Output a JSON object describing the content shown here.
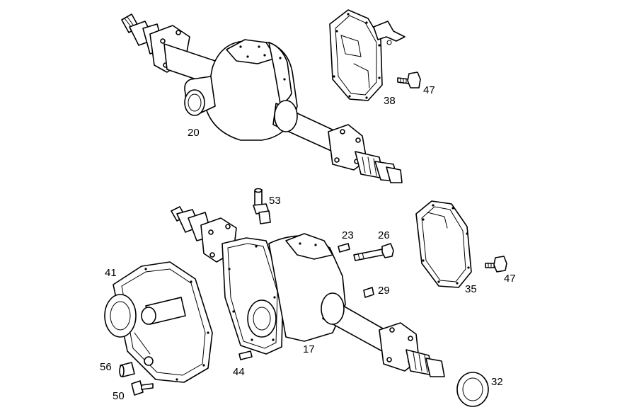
{
  "colors": {
    "background": "#ffffff",
    "line": "#000000"
  },
  "callouts": {
    "c20": "20",
    "c38": "38",
    "c47a": "47",
    "c53": "53",
    "c23": "23",
    "c26": "26",
    "c29": "29",
    "c41": "41",
    "c35": "35",
    "c47b": "47",
    "c17": "17",
    "c56": "56",
    "c44": "44",
    "c50": "50",
    "c32": "32"
  }
}
